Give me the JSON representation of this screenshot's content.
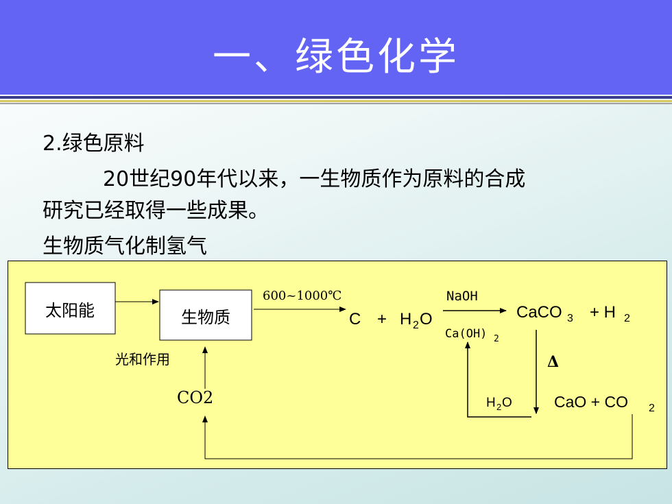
{
  "slide": {
    "title": "一、绿色化学",
    "section": "2.绿色原料",
    "para_line1": "20世纪90年代以来，一生物质作为原料的合成",
    "para_line2": "研究已经取得一些成果。",
    "subheading": "生物质气化制氢气"
  },
  "diagram": {
    "box_sun": "太阳能",
    "box_biomass": "生物质",
    "temp": "600~1000℃",
    "c": "C",
    "plus1": "+",
    "h2o_H": "H",
    "h2o_2": "2",
    "h2o_O": "O",
    "naoh": "NaOH",
    "caoh2_main": "Ca(OH)",
    "caoh2_sub": "2",
    "caco3_main": "CaCO",
    "caco3_sub": "3",
    "plus_h2": "+ H",
    "h2_sub": "2",
    "delta": "Δ",
    "photosynthesis": "光和作用",
    "co2": "CO2",
    "h2o2_H": "H",
    "h2o2_2": "2",
    "h2o2_O": "O",
    "cao_co": "CaO + CO",
    "co_sub": "2"
  }
}
